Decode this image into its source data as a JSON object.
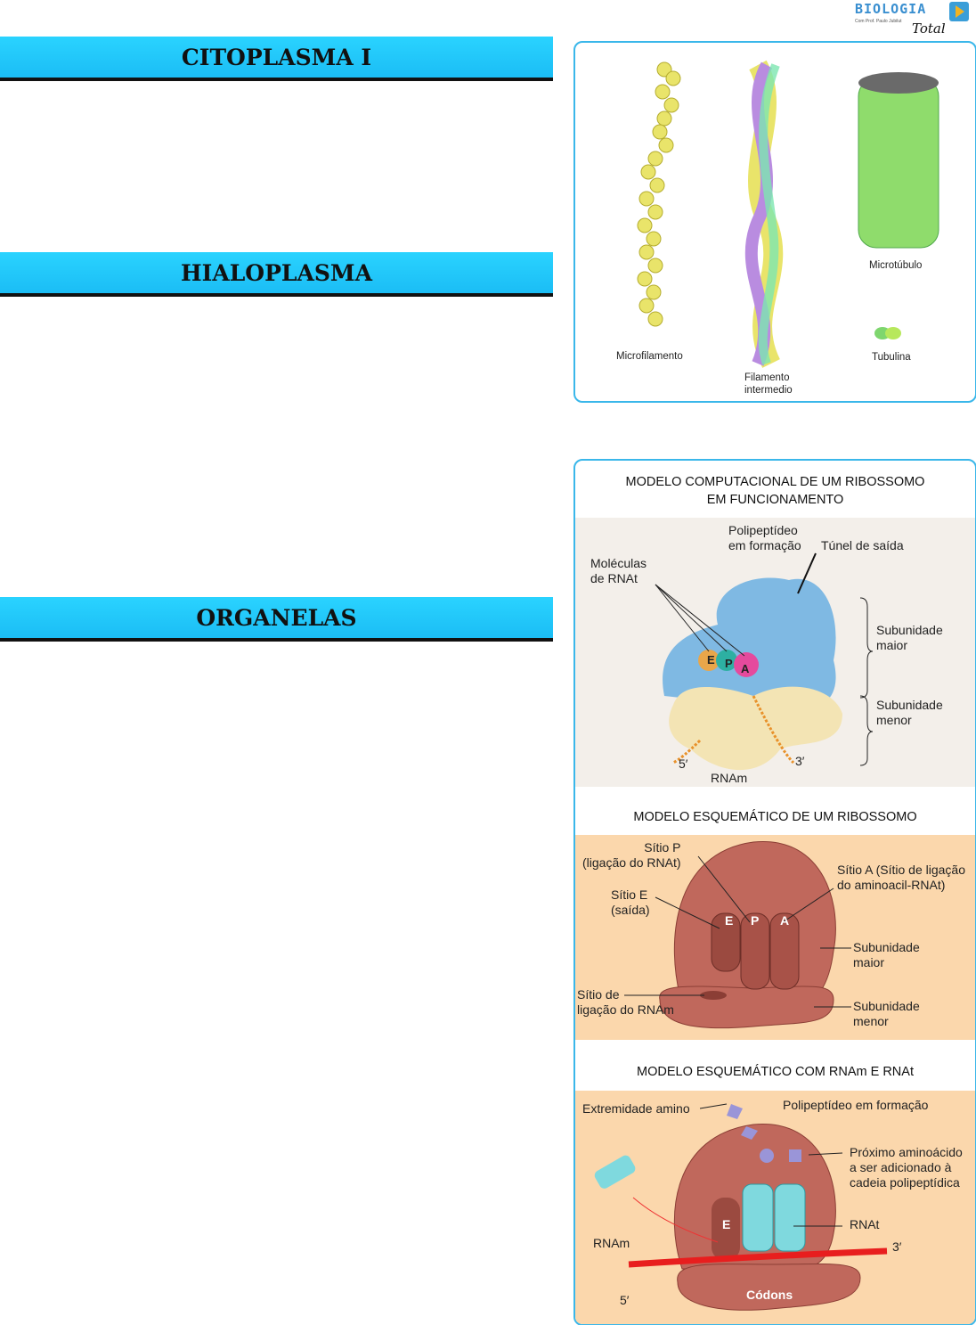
{
  "logo": {
    "word": "BIOLOGIA",
    "script": "Total",
    "tagline": "Com Prof. Paulo Jubilut"
  },
  "sections": [
    "CITOPLASMA I",
    "HIALOPLASMA",
    "ORGANELAS"
  ],
  "cytoskeleton": {
    "microfilamento": "Microfilamento",
    "filamento": "Filamento\nintermedio",
    "microtubulo": "Microtúbulo",
    "tubulina": "Tubulina"
  },
  "ribosome_computational": {
    "title": "MODELO COMPUTACIONAL DE UM RIBOSSOMO\nEM FUNCIONAMENTO",
    "polipeptideo": "Polipeptídeo\nem formação",
    "tunel": "Túnel de saída",
    "moleculas": "Moléculas\nde RNAt",
    "maior": "Subunidade\nmaior",
    "menor": "Subunidade\nmenor",
    "five": "5′",
    "three": "3′",
    "rnam": "RNAm",
    "sites": [
      "E",
      "P",
      "A"
    ]
  },
  "ribosome_schematic": {
    "title": "MODELO ESQUEMÁTICO DE UM RIBOSSOMO",
    "sitio_p": "Sítio P\n(ligação do RNAt)",
    "sitio_a": "Sítio A (Sítio de ligação\ndo aminoacil-RNAt)",
    "sitio_e": "Sítio E\n(saída)",
    "sitio_rnam": "Sítio de\nligação do RNAm",
    "maior": "Subunidade\nmaior",
    "menor": "Subunidade\nmenor",
    "sites": [
      "E",
      "P",
      "A"
    ]
  },
  "ribosome_rna": {
    "title": "MODELO ESQUEMÁTICO COM RNAm E RNAt",
    "amino": "Extremidade amino",
    "polipeptideo": "Polipeptídeo em formação",
    "proximo": "Próximo aminoácido\na ser adicionado à\ncadeia polipeptídica",
    "rnat": "RNAt",
    "rnam": "RNAm",
    "three": "3′",
    "five": "5′",
    "codons": "Códons",
    "site_e": "E"
  }
}
